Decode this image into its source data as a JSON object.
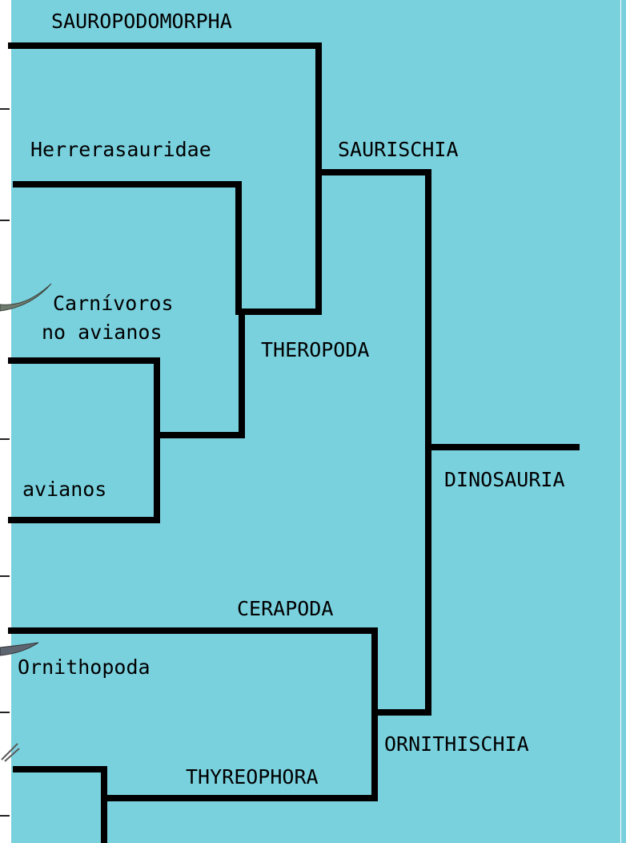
{
  "colors": {
    "background": "#7ad1de",
    "lines": "#000000",
    "text": "#000000",
    "margin": "#ffffff"
  },
  "taxa": {
    "sauropodomorpha": "SAUROPODOMORPHA",
    "herrerasauridae": "Herrerasauridae",
    "saurischia": "SAURISCHIA",
    "carnivoros_line1": "Carnívoros",
    "carnivoros_line2": "no avianos",
    "theropoda": "THEROPODA",
    "avianos": "avianos",
    "dinosauria": "DINOSAURIA",
    "cerapoda": "CERAPODA",
    "ornithopoda": "Ornithopoda",
    "ornithischia": "ORNITHISCHIA",
    "thyreophora": "THYREOPHORA"
  }
}
